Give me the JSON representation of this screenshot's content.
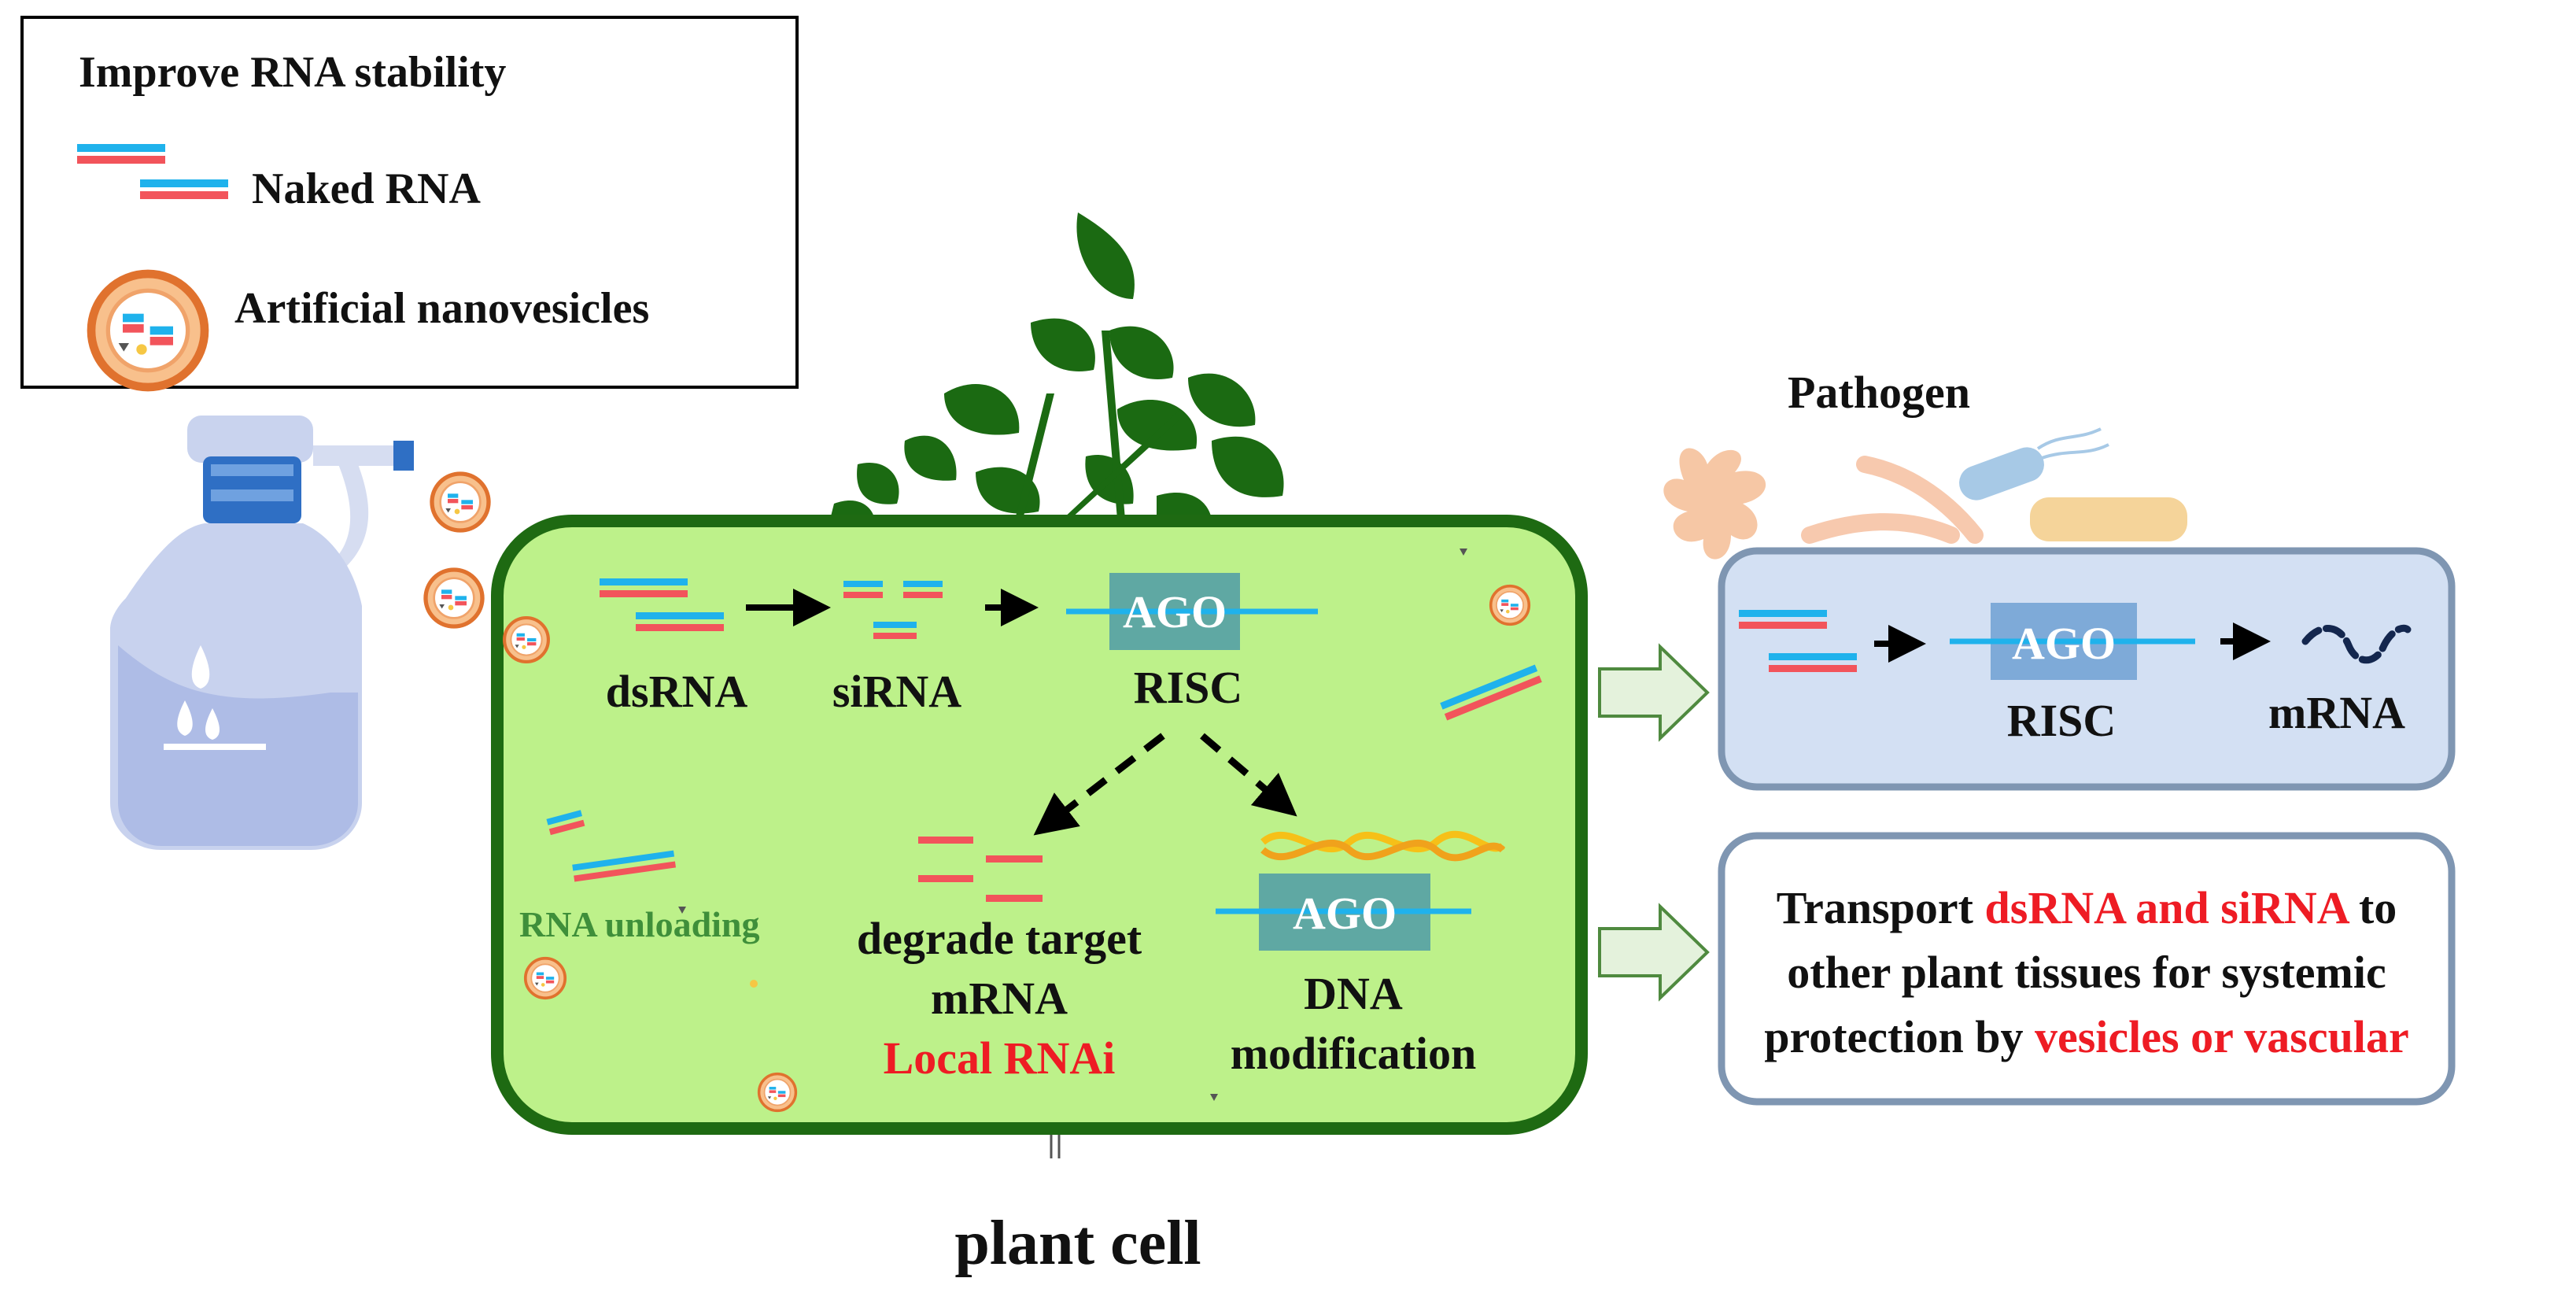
{
  "legend": {
    "title": "Improve RNA stability",
    "naked_rna": "Naked RNA",
    "nanovesicles": "Artificial nanovesicles"
  },
  "cell": {
    "dsrna": "dsRNA",
    "sirna": "siRNA",
    "ago": "AGO",
    "risc": "RISC",
    "unloading": "RNA unloading",
    "degrade_line1": "degrade target",
    "degrade_line2": "mRNA",
    "local_rnai": "Local RNAi",
    "dna_line1": "DNA",
    "dna_line2": "modification",
    "caption": "plant cell"
  },
  "pathogen": {
    "title": "Pathogen",
    "ago": "AGO",
    "risc": "RISC",
    "mrna": "mRNA"
  },
  "transport": {
    "line1_a": "Transport ",
    "line1_red": "dsRNA and siRNA",
    "line1_b": " to",
    "line2": "other plant tissues for systemic",
    "line3_a": "protection by ",
    "line3_red": "vesicles or vascular"
  },
  "colors": {
    "rna_blue": "#1fb2ec",
    "rna_red": "#f2545b",
    "cell_fill": "#bdf18a",
    "cell_border": "#1e6a12",
    "ago_box": "#5fa8a3",
    "pathogen_box": "#d3e0f3",
    "pathogen_border": "#7f96b2",
    "highlight_red": "#ee1c24",
    "unloading_green": "#3f8f3a"
  }
}
